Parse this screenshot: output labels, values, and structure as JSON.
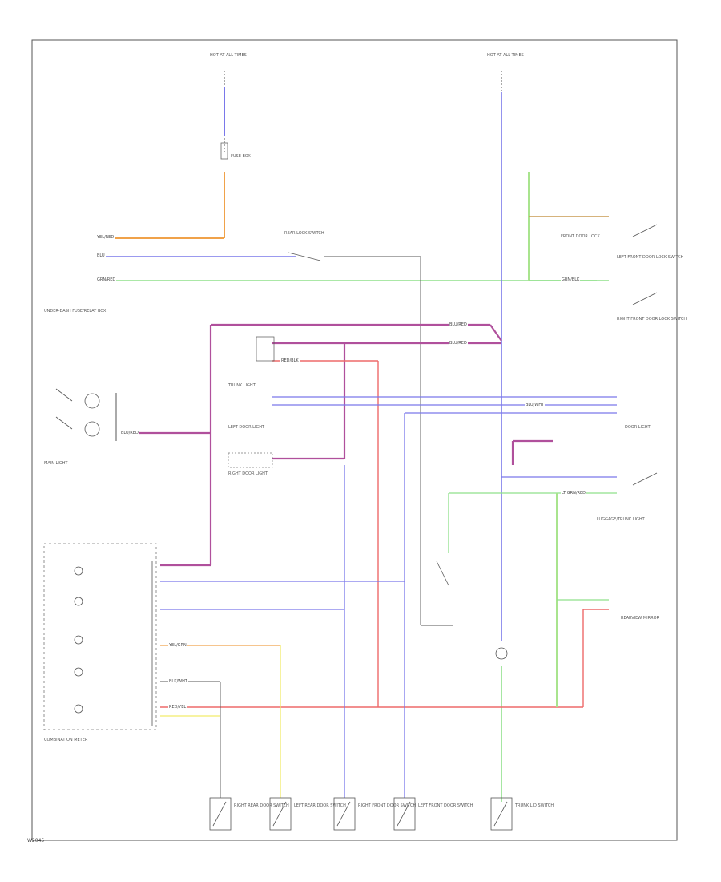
{
  "diagram": {
    "footer_code": "W2045",
    "colors": {
      "orange": "#f0a24a",
      "blue": "#7a78ea",
      "green": "#8fe08a",
      "magenta": "#b0509c",
      "red": "#ee6a6a",
      "yellow": "#f2ec6a",
      "lightgreen": "#a9e48e",
      "black": "#555555"
    },
    "wire_labels": {
      "yel_red": "YEL/RED",
      "blu": "BLU",
      "grn_red": "GRN/RED",
      "blu_red": "BLU/RED",
      "blu_wht": "BLU/WHT",
      "red_blk": "RED/BLK",
      "yel_grn": "YEL/GRN",
      "blk_wht": "BLK/WHT",
      "ltgrn_red": "LT GRN/RED",
      "grn_blk": "GRN/BLK",
      "red_yel": "RED/YEL"
    },
    "components": {
      "hot_top_left": "HOT AT ALL TIMES",
      "hot_top_right": "HOT AT ALL TIMES",
      "fuse_box": "FUSE BOX",
      "under_dash": "UNDER-DASH FUSE/RELAY BOX",
      "main_light": "MAIN LIGHT",
      "rear_lock_switch": "REAR LOCK SWITCH",
      "combination_meter": "COMBINATION METER",
      "trunk_light": "TRUNK LIGHT",
      "left_door_light": "LEFT DOOR LIGHT",
      "right_door_light": "RIGHT DOOR LIGHT",
      "front_door_lock": "FRONT DOOR LOCK",
      "left_front_door_lock": "LEFT FRONT DOOR LOCK SWITCH",
      "right_front_door_lock": "RIGHT FRONT DOOR LOCK SWITCH",
      "door_light": "DOOR LIGHT",
      "luggage_light": "LUGGAGE/TRUNK LIGHT",
      "rear_view_mirror": "REARVIEW MIRROR",
      "door_sw_1": "RIGHT REAR DOOR SWITCH",
      "door_sw_2": "LEFT REAR DOOR SWITCH",
      "door_sw_3": "RIGHT FRONT DOOR SWITCH",
      "door_sw_4": "LEFT FRONT DOOR SWITCH",
      "door_sw_5": "TRUNK LID SWITCH"
    }
  }
}
